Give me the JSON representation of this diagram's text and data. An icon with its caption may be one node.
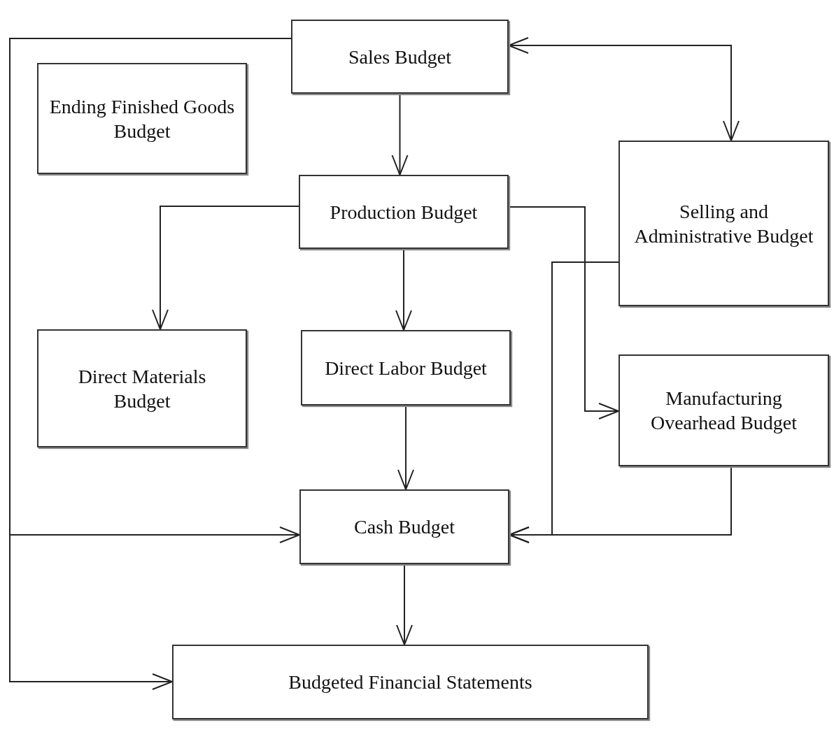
{
  "diagram": {
    "nodes": [
      {
        "text": [
          "Sales Budget"
        ]
      },
      {
        "text": [
          "Ending Finished Goods Budget"
        ]
      },
      {
        "text": [
          "Production Budget"
        ]
      },
      {
        "text": [
          "Selling and Administrative Budget"
        ]
      },
      {
        "text": [
          "Direct Materials Budget"
        ]
      },
      {
        "text": [
          "Direct Labor Budget"
        ]
      },
      {
        "text": [
          "Manufacturing Ovearhead Budget"
        ]
      },
      {
        "text": [
          "Cash Budget"
        ]
      },
      {
        "text": [
          "Budgeted Financial Statements"
        ]
      }
    ],
    "edges": [
      {
        "from": 0,
        "to": 2,
        "arrow": "to"
      },
      {
        "from": 0,
        "to": 3,
        "arrow": "both"
      },
      {
        "from": 0,
        "to": 7,
        "arrow": "to"
      },
      {
        "from": 0,
        "to": 8,
        "arrow": "to"
      },
      {
        "from": 2,
        "to": 4,
        "arrow": "to"
      },
      {
        "from": 2,
        "to": 5,
        "arrow": "to"
      },
      {
        "from": 2,
        "to": 6,
        "arrow": "to"
      },
      {
        "from": 3,
        "to": 7,
        "arrow": "to"
      },
      {
        "from": 5,
        "to": 7,
        "arrow": "to"
      },
      {
        "from": 6,
        "to": 7,
        "arrow": "to"
      },
      {
        "from": 7,
        "to": 8,
        "arrow": "to"
      }
    ]
  }
}
